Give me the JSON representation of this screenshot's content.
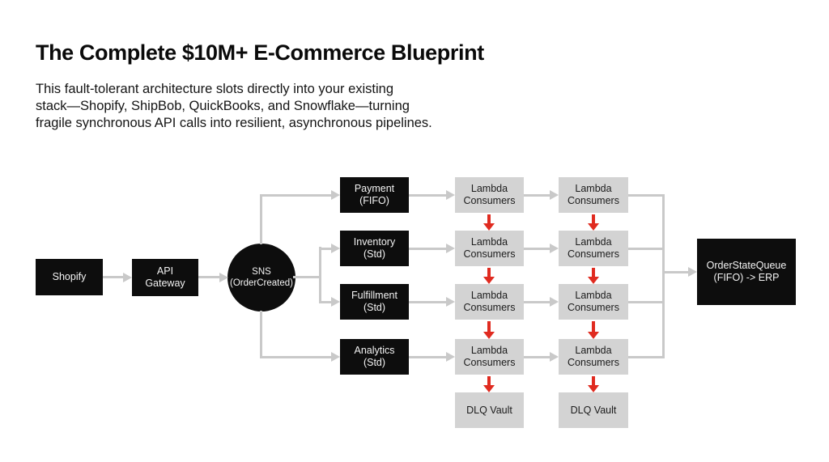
{
  "header": {
    "title": "The Complete $10M+ E-Commerce Blueprint",
    "description": "This fault-tolerant architecture slots directly into your existing\nstack—Shopify, ShipBob, QuickBooks, and Snowflake—turning\nfragile synchronous API calls into resilient, asynchronous pipelines."
  },
  "diagram": {
    "nodes": {
      "shopify": {
        "label": "Shopify",
        "type": "black-box"
      },
      "api_gateway": {
        "label": "API\nGateway",
        "type": "black-box"
      },
      "sns_topic": {
        "label": "SNS\n(OrderCreated)",
        "type": "black-circle"
      },
      "payment_queue": {
        "label": "Payment\n(FIFO)",
        "type": "black-box"
      },
      "inventory_queue": {
        "label": "Inventory\n(Std)",
        "type": "black-box"
      },
      "fulfillment_queue": {
        "label": "Fulfillment\n(Std)",
        "type": "black-box"
      },
      "analytics_queue": {
        "label": "Analytics\n(Std)",
        "type": "black-box"
      },
      "lambda_consumers": {
        "label": "Lambda\nConsumers",
        "type": "gray-box",
        "count": 8
      },
      "dlq_vault": {
        "label": "DLQ Vault",
        "type": "gray-box",
        "count": 2
      },
      "order_state_queue": {
        "label": "OrderStateQueue\n(FIFO) -> ERP",
        "type": "black-box"
      }
    },
    "colors": {
      "node_black": "#0d0d0d",
      "node_gray": "#d3d3d3",
      "connector_gray": "#c9c9c9",
      "retry_red": "#e02b20",
      "text_on_black": "#f3f3f3",
      "text_on_gray": "#1c1c1c",
      "background": "#ffffff"
    }
  }
}
